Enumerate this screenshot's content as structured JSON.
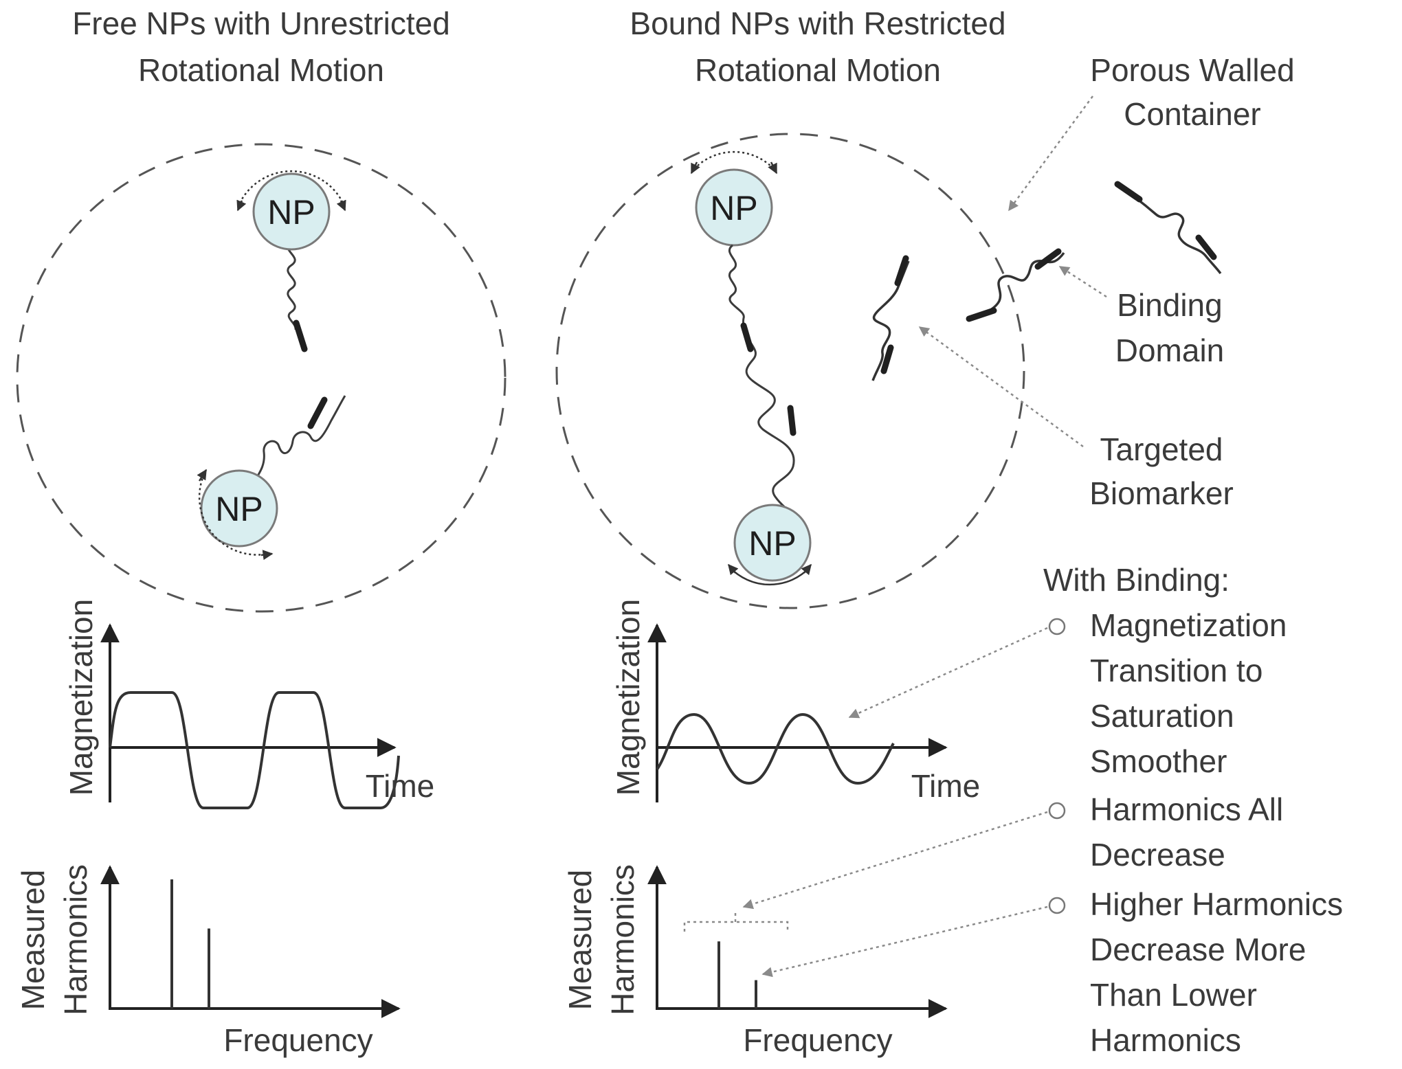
{
  "panels": {
    "free": {
      "title_line1": "Free NPs with Unrestricted",
      "title_line2": "Rotational Motion"
    },
    "bound": {
      "title_line1": "Bound NPs with Restricted",
      "title_line2": "Rotational Motion"
    }
  },
  "np_label": "NP",
  "labels": {
    "container_line1": "Porous Walled",
    "container_line2": "Container",
    "binding_line1": "Binding",
    "binding_line2": "Domain",
    "biomarker_line1": "Targeted",
    "biomarker_line2": "Biomarker"
  },
  "axes": {
    "magnetization": "Magnetization",
    "time": "Time",
    "harmonics_line1": "Measured",
    "harmonics_line2": "Harmonics",
    "frequency": "Frequency"
  },
  "effects": {
    "heading": "With Binding:",
    "item1_lines": [
      "Magnetization",
      "Transition to",
      "Saturation",
      "Smoother"
    ],
    "item2_lines": [
      "Harmonics All",
      "Decrease"
    ],
    "item3_lines": [
      "Higher Harmonics",
      "Decrease More",
      "Than Lower",
      "Harmonics"
    ]
  },
  "chart_data": [
    {
      "type": "line",
      "xlabel": "Time",
      "ylabel": "Magnetization",
      "series": [
        {
          "shape": "square-like saturated wave",
          "cycles": 2
        }
      ]
    },
    {
      "type": "bar",
      "xlabel": "Frequency",
      "ylabel": "Measured Harmonics",
      "values_relative": [
        1.0,
        0.62
      ]
    },
    {
      "type": "line",
      "xlabel": "Time",
      "ylabel": "Magnetization",
      "series": [
        {
          "shape": "smooth sinusoidal wave",
          "cycles": 2
        }
      ]
    },
    {
      "type": "bar",
      "xlabel": "Frequency",
      "ylabel": "Measured Harmonics",
      "values_relative": [
        0.52,
        0.22
      ]
    }
  ],
  "colors": {
    "np_fill": "#d9eef0",
    "line": "#333333",
    "leader": "#8a8a8a"
  }
}
